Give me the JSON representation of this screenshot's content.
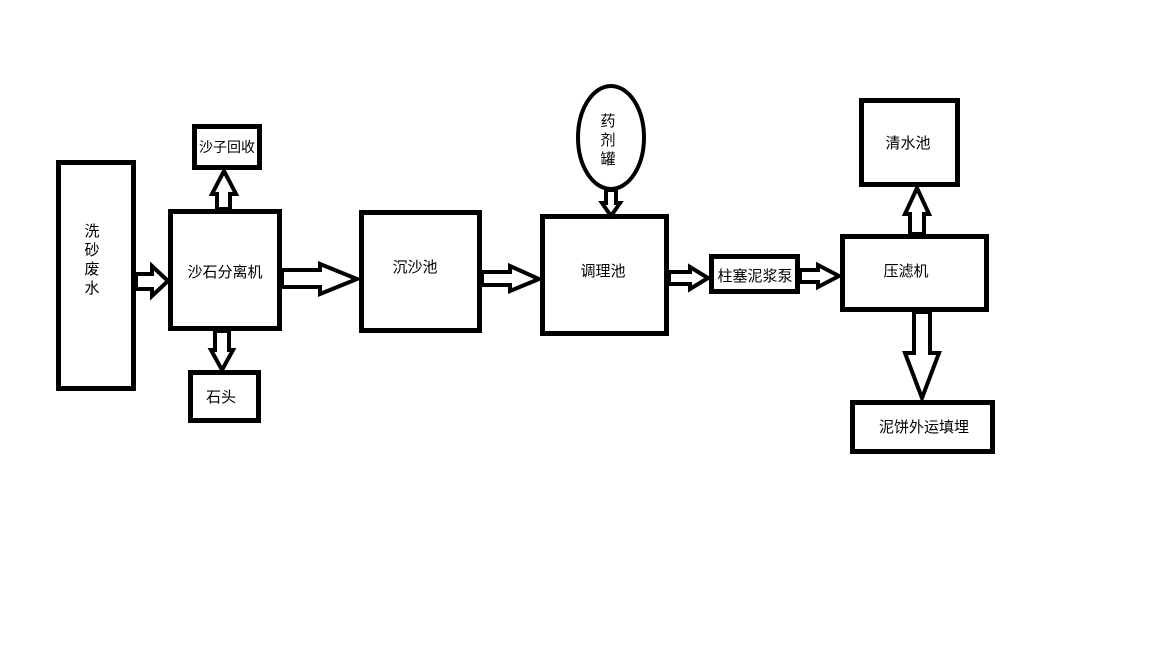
{
  "diagram": {
    "type": "process-flow",
    "colors": {
      "stroke": "#000000",
      "fill": "#ffffff",
      "text": "#000000"
    },
    "nodes": {
      "wash_wastewater": {
        "label": "洗砂废水",
        "lines": [
          "洗",
          "砂",
          "废",
          "水"
        ],
        "shape": "rect"
      },
      "separator": {
        "label": "沙石分离机",
        "shape": "rect"
      },
      "sand_recovery": {
        "label": "沙子回收",
        "shape": "rect"
      },
      "stone": {
        "label": "石头",
        "shape": "rect"
      },
      "settling_tank": {
        "label": "沉沙池",
        "shape": "rect"
      },
      "chemical_tank": {
        "label": "药剂罐",
        "lines": [
          "药",
          "剂",
          "罐"
        ],
        "shape": "ellipse"
      },
      "conditioning_tank": {
        "label": "调理池",
        "shape": "rect"
      },
      "plunger_pump": {
        "label": "柱塞泥浆泵",
        "shape": "rect"
      },
      "filter_press": {
        "label": "压滤机",
        "shape": "rect"
      },
      "clear_water_tank": {
        "label": "清水池",
        "shape": "rect"
      },
      "mud_cake": {
        "label": "泥饼外运填埋",
        "shape": "rect"
      }
    },
    "edges": [
      {
        "from": "wash_wastewater",
        "to": "separator"
      },
      {
        "from": "separator",
        "to": "sand_recovery"
      },
      {
        "from": "separator",
        "to": "stone"
      },
      {
        "from": "separator",
        "to": "settling_tank"
      },
      {
        "from": "settling_tank",
        "to": "conditioning_tank"
      },
      {
        "from": "chemical_tank",
        "to": "conditioning_tank"
      },
      {
        "from": "conditioning_tank",
        "to": "plunger_pump"
      },
      {
        "from": "plunger_pump",
        "to": "filter_press"
      },
      {
        "from": "filter_press",
        "to": "clear_water_tank"
      },
      {
        "from": "filter_press",
        "to": "mud_cake"
      }
    ]
  }
}
